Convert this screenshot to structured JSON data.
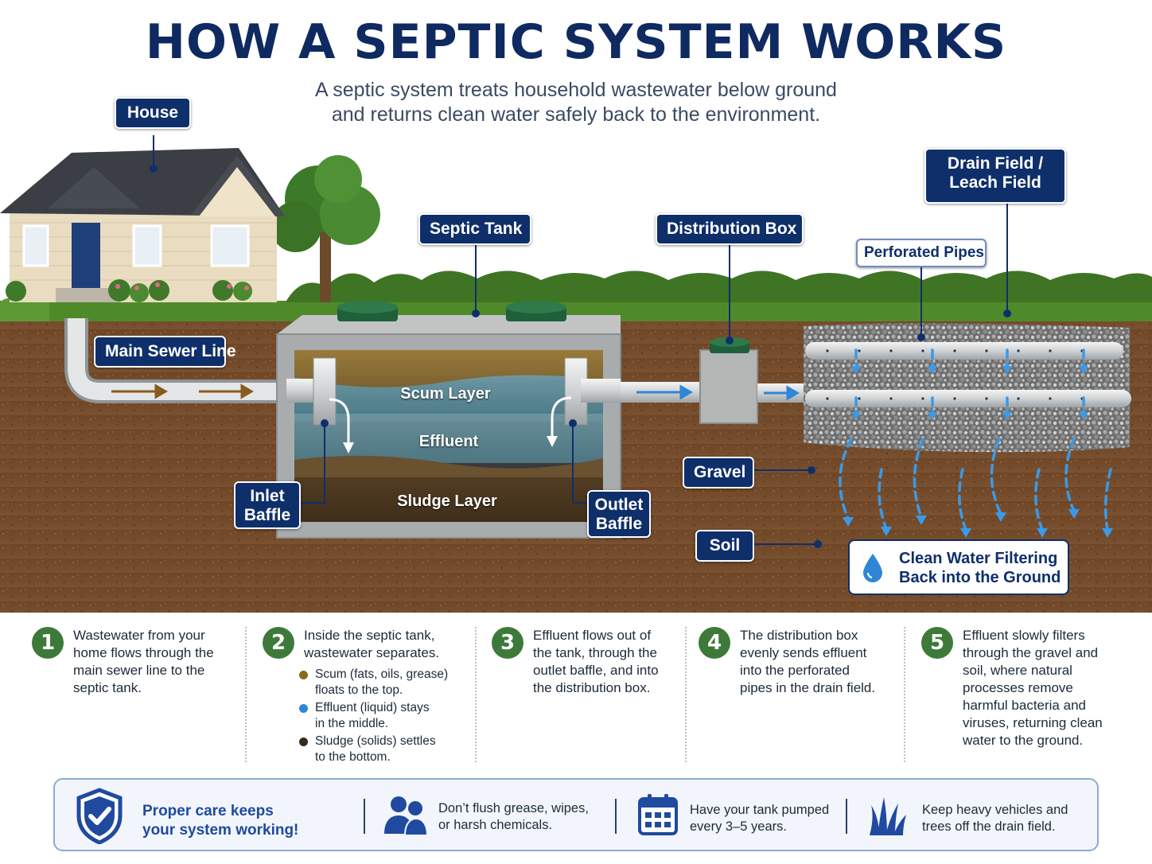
{
  "header": {
    "title": "HOW A SEPTIC SYSTEM WORKS",
    "subtitle_line1": "A septic system treats household wastewater below ground",
    "subtitle_line2": "and returns clean water safely back to the environment."
  },
  "labels": {
    "house": "House",
    "main_sewer_line": "Main Sewer Line",
    "septic_tank": "Septic Tank",
    "distribution_box": "Distribution Box",
    "drain_field_line1": "Drain Field /",
    "drain_field_line2": "Leach Field",
    "perforated_pipes": "Perforated Pipes",
    "scum_layer": "Scum Layer",
    "effluent": "Effluent",
    "sludge_layer": "Sludge Layer",
    "inlet_baffle_line1": "Inlet",
    "inlet_baffle_line2": "Baffle",
    "outlet_baffle_line1": "Outlet",
    "outlet_baffle_line2": "Baffle",
    "gravel": "Gravel",
    "soil": "Soil",
    "clean_water_line1": "Clean Water Filtering",
    "clean_water_line2": "Back into the Ground"
  },
  "steps": [
    {
      "number": "1",
      "lines": [
        "Wastewater from your",
        "home flows through the",
        "main sewer line to the",
        "septic tank."
      ]
    },
    {
      "number": "2",
      "lines": [
        "Inside the septic tank,",
        "wastewater separates."
      ],
      "bullets": [
        {
          "color": "#8a6a1a",
          "lines": [
            "Scum (fats, oils, grease)",
            "floats to the top."
          ]
        },
        {
          "color": "#2f86d6",
          "lines": [
            "Effluent (liquid) stays",
            "in the middle."
          ]
        },
        {
          "color": "#3a2a1a",
          "lines": [
            "Sludge (solids) settles",
            "to the bottom."
          ]
        }
      ]
    },
    {
      "number": "3",
      "lines": [
        "Effluent flows out of",
        "the tank, through the",
        "outlet baffle, and into",
        "the distribution box."
      ]
    },
    {
      "number": "4",
      "lines": [
        "The distribution box",
        "evenly sends effluent",
        "into the perforated",
        "pipes in the drain field."
      ]
    },
    {
      "number": "5",
      "lines": [
        "Effluent slowly filters",
        "through the gravel and",
        "soil, where natural",
        "processes remove",
        "harmful bacteria and",
        "viruses, returning clean",
        "water to the ground."
      ]
    }
  ],
  "tips": [
    {
      "icon": "shield-check-icon",
      "lines": [
        "Proper care keeps",
        "your system working!"
      ]
    },
    {
      "icon": "people-icon",
      "lines": [
        "Don’t flush grease, wipes,",
        "or harsh chemicals."
      ]
    },
    {
      "icon": "calendar-icon",
      "lines": [
        "Have your tank pumped",
        "every 3–5 years."
      ]
    },
    {
      "icon": "grass-icon",
      "lines": [
        "Keep heavy vehicles and",
        "trees off the drain field."
      ]
    }
  ],
  "colors": {
    "navy": "#0f2f6b",
    "step_green": "#3d7a3a",
    "water_blue": "#2f86d6",
    "soil_brown": "#6b4424",
    "grass_green": "#4f8a2a"
  }
}
